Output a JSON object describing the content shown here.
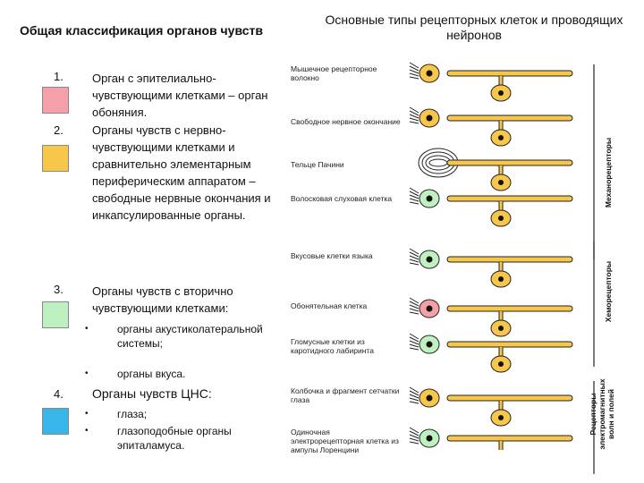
{
  "left": {
    "title": "Общая классификация органов чувств",
    "items": [
      {
        "num": "1.",
        "color": "#f4a0a8",
        "text": "Орган с эпителиально-чувствующими клетками – орган обоняния.",
        "subitems": []
      },
      {
        "num": "2.",
        "color": "#f6c74a",
        "text": "Органы чувств с нервно-чувствующими клетками и сравнительно элементарным периферическим аппаратом – свободные нервные окончания и инкапсулированные органы.",
        "subitems": []
      },
      {
        "num": "3.",
        "color": "#bff0bf",
        "text": "Органы чувств с вторично чувствующими клетками:",
        "subitems": [
          "органы акустиколатеральной системы;",
          "органы вкуса."
        ]
      },
      {
        "num": "4.",
        "color": "#38b6ea",
        "text": "Органы чувств ЦНС:",
        "subitems": [
          "глаза;",
          "глазоподобные органы эпиталамуса."
        ]
      }
    ]
  },
  "right": {
    "title": "Основные типы рецепторных клеток и проводящих нейронов",
    "captions": [
      "Мышечное рецепторное волокно",
      "Свободное нервное окончание",
      "Тельце Пачини",
      "Волосковая слуховая клетка",
      "Вкусовые клетки языка",
      "Обонятельная клетка",
      "Гломусные клетки из каротидного лабиринта",
      "Колбочка и фрагмент сетчатки глаза",
      "Одиночная электрорецепторная клетка из ампулы Лоренцини"
    ],
    "categories": [
      "Механорецепторы",
      "Хеморецепторы",
      "Рецепторы электромагнитных волн и полей"
    ]
  },
  "colors": {
    "fiber": "#f6c74a",
    "outline": "#222222",
    "nucleus": "#111111",
    "receptor_green": "#bff0bf",
    "receptor_pink": "#f4a0a8"
  }
}
